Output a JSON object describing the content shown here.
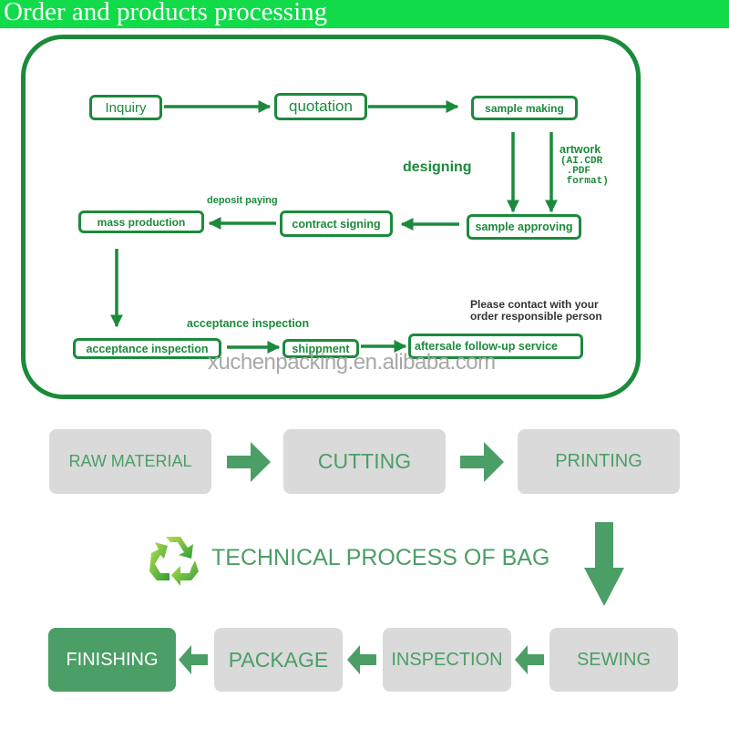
{
  "header": {
    "title": "Order and products processing"
  },
  "order_flow": {
    "nodes": {
      "inquiry": "Inquiry",
      "quotation": "quotation",
      "sample_making": "sample making",
      "sample_approving": "sample approving",
      "contract_signing": "contract signing",
      "mass_production": "mass production",
      "acceptance_inspection": "acceptance inspection",
      "shippment": "shippment",
      "aftersale": "aftersale follow-up service"
    },
    "labels": {
      "designing": "designing",
      "artwork": "artwork",
      "artwork_formats": "(AI.CDR\n .PDF\n format)",
      "deposit_paying": "deposit paying",
      "acceptance_inspection": "acceptance inspection",
      "contact_note_line1": "Please contact with your",
      "contact_note_line2": "order responsible person"
    },
    "watermark": "xuchenpacking.en.alibaba.com"
  },
  "technical_process": {
    "title": "TECHNICAL PROCESS OF BAG",
    "icon": "recycle-icon",
    "steps": [
      {
        "label": "RAW MATERIAL",
        "active": false
      },
      {
        "label": "CUTTING",
        "active": false
      },
      {
        "label": "PRINTING",
        "active": false
      },
      {
        "label": "SEWING",
        "active": false
      },
      {
        "label": "INSPECTION",
        "active": false
      },
      {
        "label": "PACKAGE",
        "active": false
      },
      {
        "label": "FINISHING",
        "active": true
      }
    ]
  },
  "colors": {
    "title_bar": "#12db4a",
    "flow_green": "#1c8a3c",
    "step_green": "#4b9e66",
    "step_gray": "#dadada"
  }
}
